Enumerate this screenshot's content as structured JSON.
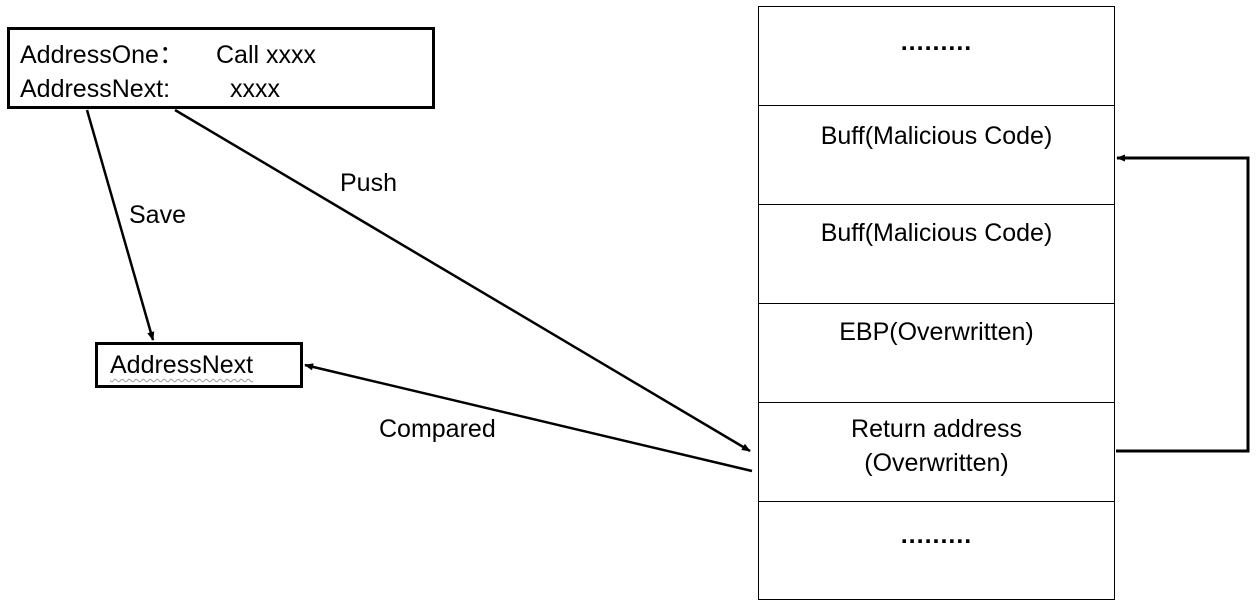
{
  "instruction_box": {
    "rows": [
      {
        "address": "AddressOne：",
        "instruction": "Call xxxx"
      },
      {
        "address": "AddressNext:",
        "instruction": "xxxx"
      }
    ]
  },
  "saved_box": {
    "label": "AddressNext"
  },
  "arrow_labels": {
    "save": "Save",
    "push": "Push",
    "compared": "Compared"
  },
  "stack": {
    "cells": [
      {
        "text": ".........",
        "style": "dots"
      },
      {
        "text": "Buff(Malicious Code)"
      },
      {
        "text": "Buff(Malicious Code)"
      },
      {
        "text": "EBP(Overwritten)"
      },
      {
        "text": "Return address\n(Overwritten)"
      },
      {
        "text": ".........",
        "style": "dots"
      }
    ]
  }
}
